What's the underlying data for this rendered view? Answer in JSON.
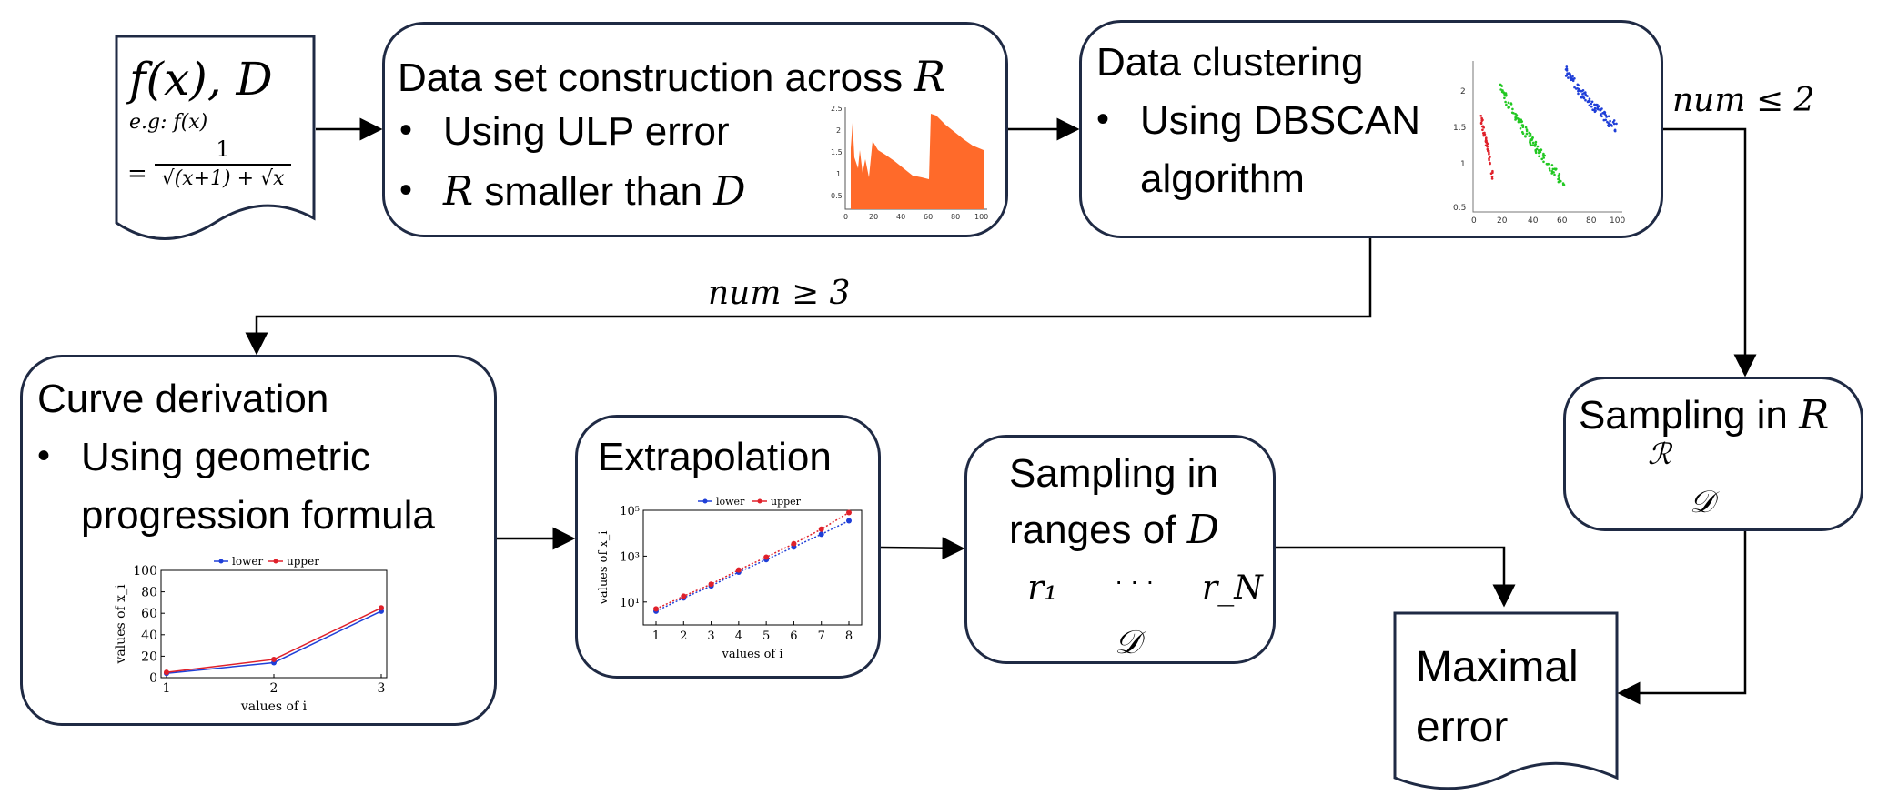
{
  "input_doc": {
    "main": "f(x), D",
    "eg_label": "e.g: f(x)",
    "eq": "=",
    "numerator": "1",
    "denominator": "√(x+1) + √x"
  },
  "dataset_box": {
    "title_text": "Data set construction across ",
    "title_math": "R",
    "bullet1": "Using ULP error",
    "bullet2_math_r": "R",
    "bullet2_text": " smaller than ",
    "bullet2_math_d": "D",
    "mini_chart": {
      "x_ticks": [
        "0",
        "20",
        "40",
        "60",
        "80",
        "100"
      ],
      "y_ticks": [
        "0.5",
        "1",
        "1.5",
        "2",
        "2.5"
      ]
    }
  },
  "clustering_box": {
    "title": "Data clustering",
    "bullet1_line1": "Using DBSCAN",
    "bullet1_line2": "algorithm",
    "mini_chart": {
      "x_ticks": [
        "0",
        "20",
        "40",
        "60",
        "80",
        "100"
      ],
      "y_ticks": [
        "0.5",
        "1",
        "1.5",
        "2"
      ]
    }
  },
  "cond_le2": "num ≤ 2",
  "cond_ge3": "num ≥ 3",
  "curve_box": {
    "title": "Curve derivation",
    "bullet1_line1": "Using geometric",
    "bullet1_line2": "progression formula",
    "chart_data": {
      "type": "line",
      "categories": [
        1,
        2,
        3
      ],
      "series": [
        {
          "name": "lower",
          "values": [
            4,
            14,
            62
          ],
          "color": "#1f3fd8"
        },
        {
          "name": "upper",
          "values": [
            5,
            17,
            65
          ],
          "color": "#e0202a"
        }
      ],
      "xlabel": "values of i",
      "ylabel": "values of x_i",
      "ylim": [
        0,
        100
      ],
      "y_ticks": [
        "0",
        "20",
        "40",
        "60",
        "80",
        "100"
      ],
      "x_ticks": [
        "1",
        "2",
        "3"
      ],
      "legend": "top"
    }
  },
  "extrap_box": {
    "title": "Extrapolation",
    "chart_data": {
      "type": "line",
      "log_scale_y": true,
      "categories": [
        1,
        2,
        3,
        4,
        5,
        6,
        7,
        8
      ],
      "series": [
        {
          "name": "lower",
          "values": [
            4,
            15,
            50,
            200,
            700,
            2500,
            9000,
            35000
          ],
          "color": "#1f3fd8"
        },
        {
          "name": "upper",
          "values": [
            5,
            18,
            60,
            250,
            900,
            3500,
            15000,
            80000
          ],
          "color": "#e0202a"
        }
      ],
      "xlabel": "values of i",
      "ylabel": "values of x_i",
      "x_ticks": [
        "1",
        "2",
        "3",
        "4",
        "5",
        "6",
        "7",
        "8"
      ],
      "y_ticks": [
        "10¹",
        "10³",
        "10⁵"
      ],
      "legend": "top"
    }
  },
  "sampling_d_box": {
    "title_line1": "Sampling in",
    "title_line2_text": "ranges of ",
    "title_line2_math": "D",
    "r1": "r₁",
    "dots": "· · ·",
    "rN": "r_N",
    "d_label": "𝒟"
  },
  "sampling_r_box": {
    "title_text": "Sampling in ",
    "title_math": "R",
    "r_label": "ℛ",
    "d_label": "𝒟"
  },
  "maximal_doc": {
    "line1": "Maximal",
    "line2": "error"
  },
  "colors": {
    "border": "#1f2a44",
    "orange": "#ff6a2a",
    "red": "#e0202a",
    "blue": "#1f3fd8",
    "green": "#22c822"
  }
}
